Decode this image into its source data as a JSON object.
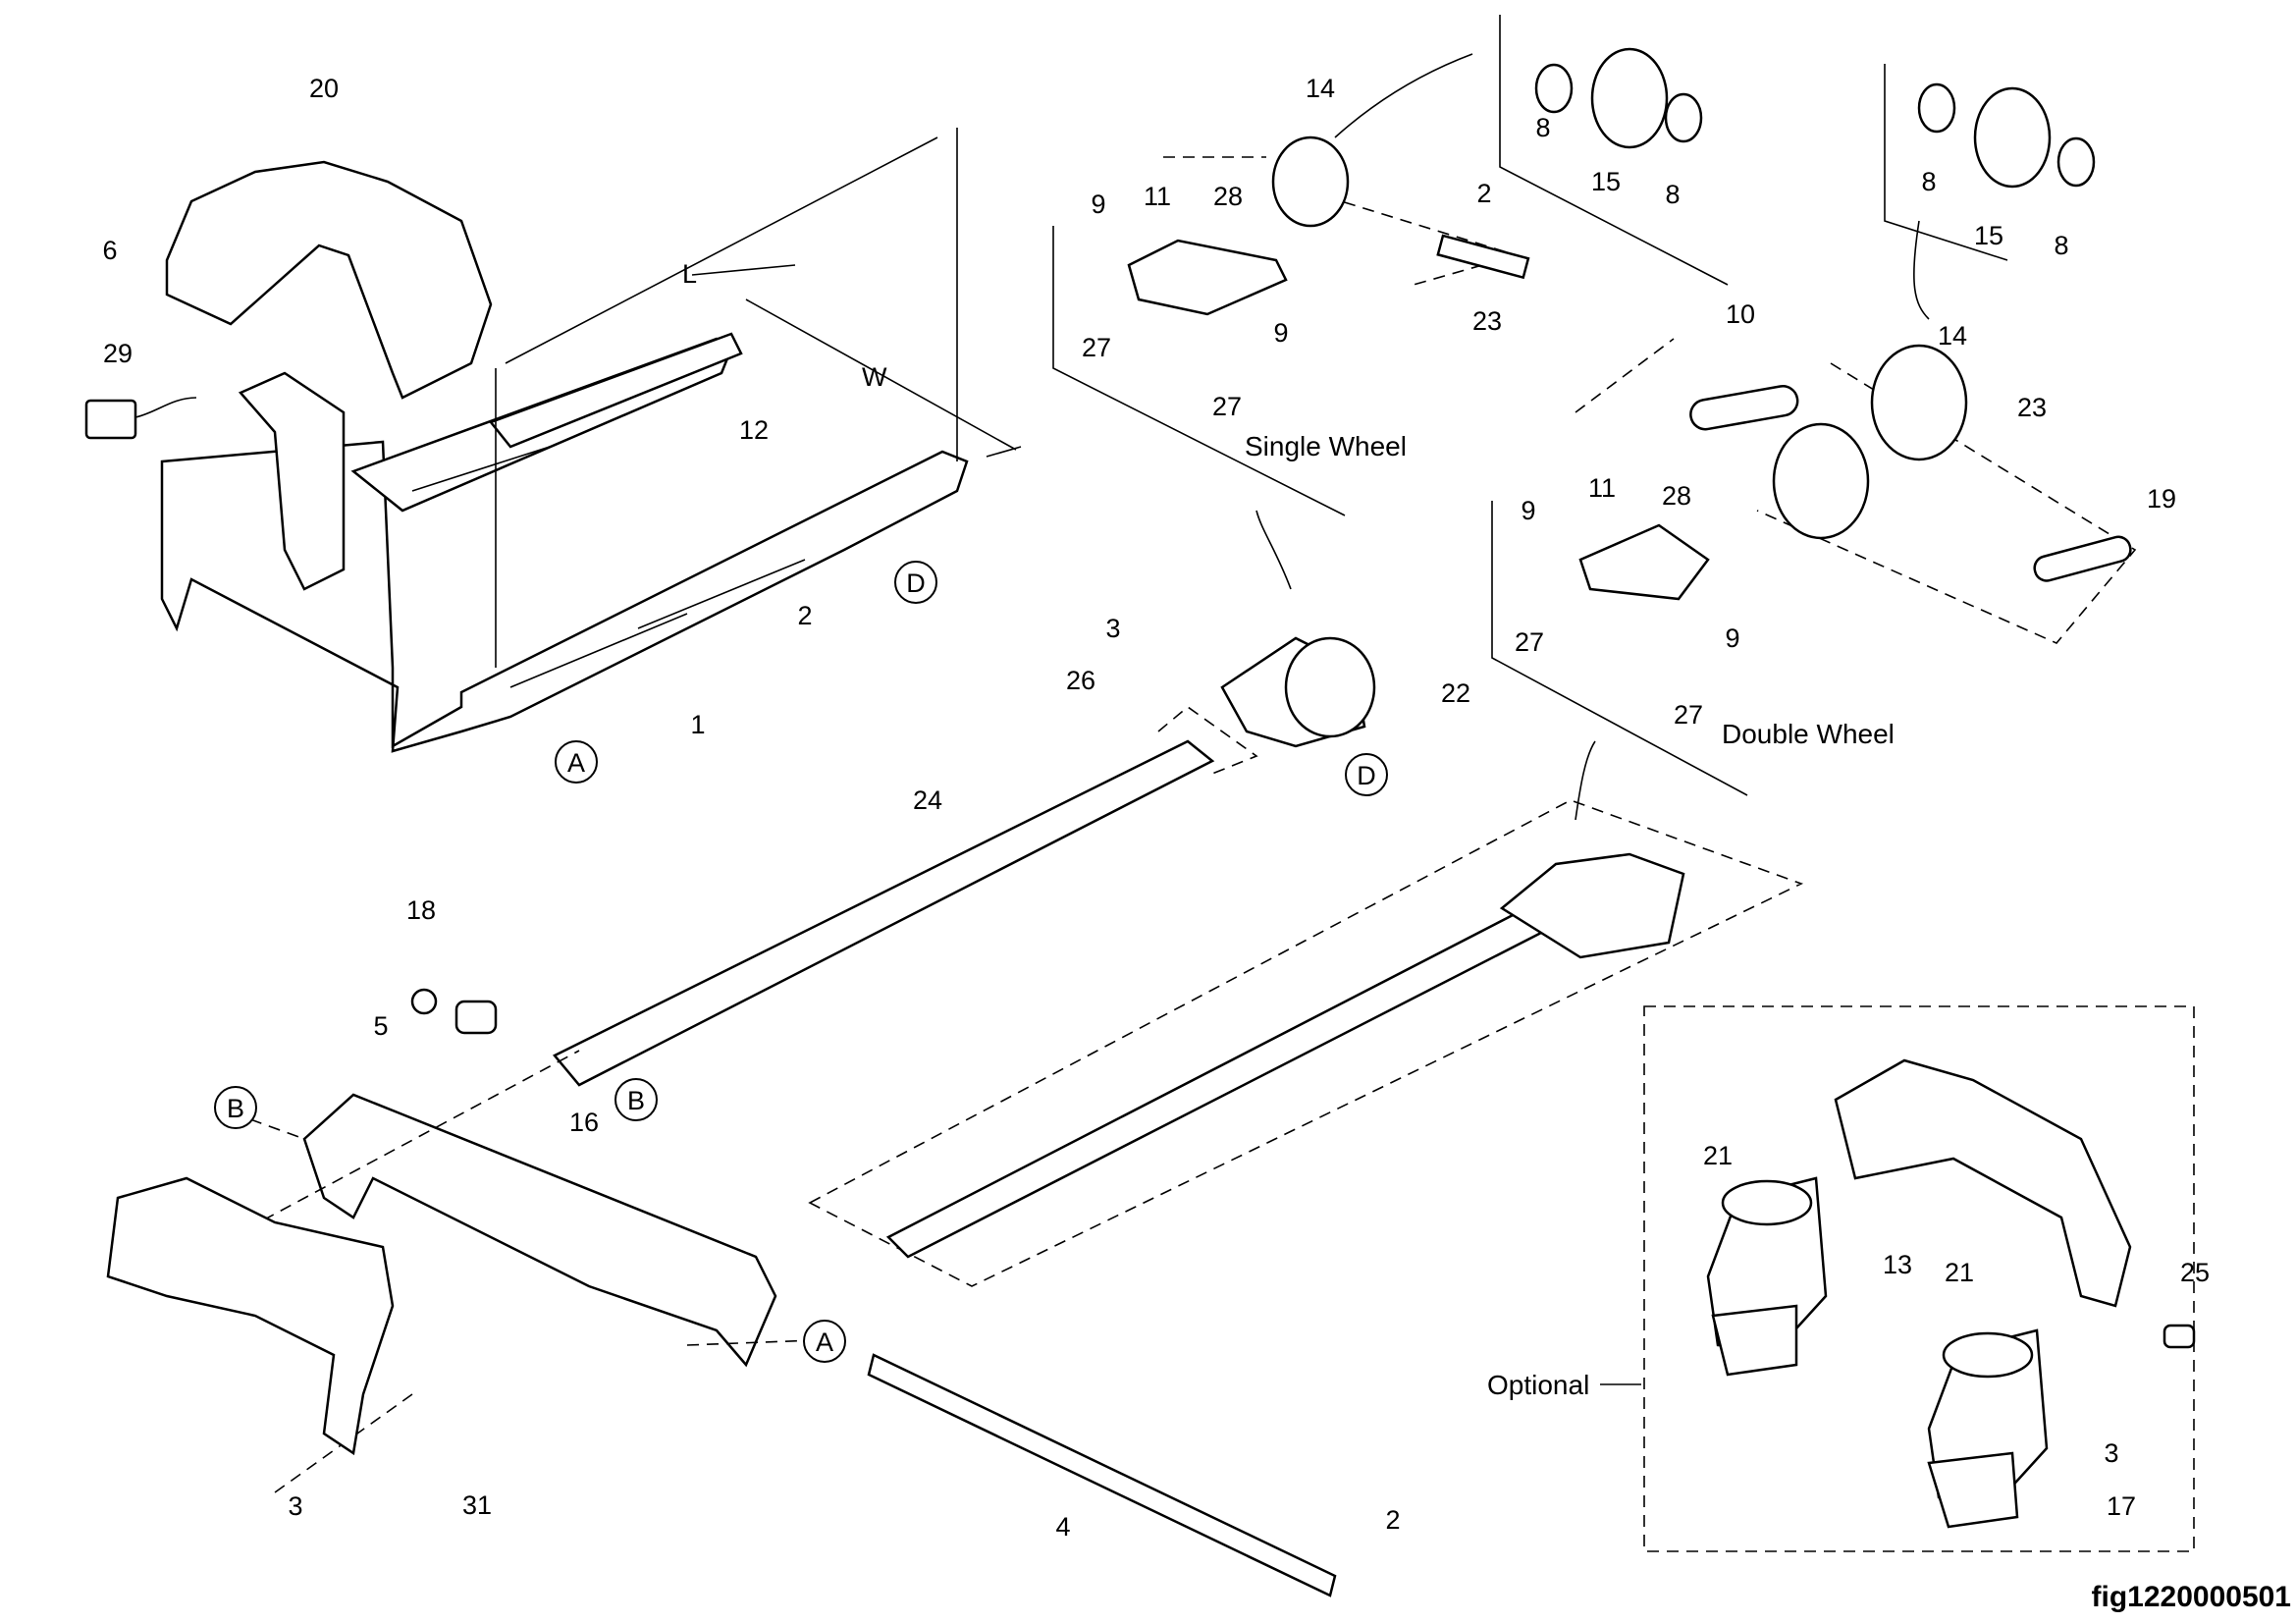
{
  "figure_id": "fig1220000501",
  "captions": {
    "single_wheel": "Single Wheel",
    "double_wheel": "Double Wheel",
    "optional": "Optional"
  },
  "dimensions": {
    "length": "L",
    "width": "W"
  },
  "callouts": [
    "20",
    "6",
    "29",
    "12",
    "2",
    "1",
    "14",
    "8",
    "15",
    "8",
    "2",
    "9",
    "11",
    "28",
    "27",
    "9",
    "27",
    "23",
    "8",
    "15",
    "8",
    "10",
    "14",
    "23",
    "19",
    "9",
    "11",
    "28",
    "27",
    "9",
    "27",
    "3",
    "26",
    "22",
    "24",
    "18",
    "5",
    "16",
    "21",
    "13",
    "21",
    "25",
    "3",
    "17",
    "3",
    "31",
    "4",
    "2"
  ],
  "reference_circles": [
    "D",
    "A",
    "D",
    "B",
    "B",
    "A"
  ]
}
